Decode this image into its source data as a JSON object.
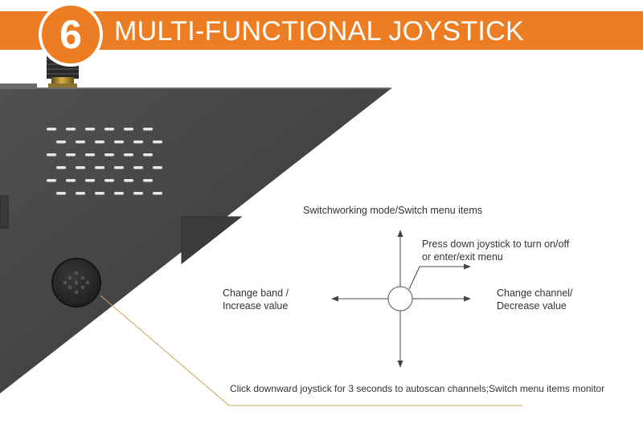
{
  "banner": {
    "number": "6",
    "title": "MULTI-FUNCTIONAL JOYSTICK",
    "color": "#ec7d22"
  },
  "device": {
    "body_color": "#444446",
    "vent_color": "#e8e8e8"
  },
  "joystick_diagram": {
    "up": "Switchworking mode/Switch menu items",
    "press": [
      "Press down joystick to turn on/off",
      "or enter/exit menu"
    ],
    "left": [
      "Change band /",
      "Increase value"
    ],
    "right": [
      "Change channel/",
      "Decrease value"
    ],
    "down": "Click downward joystick for 3 seconds to autoscan channels;Switch menu items monitor"
  }
}
